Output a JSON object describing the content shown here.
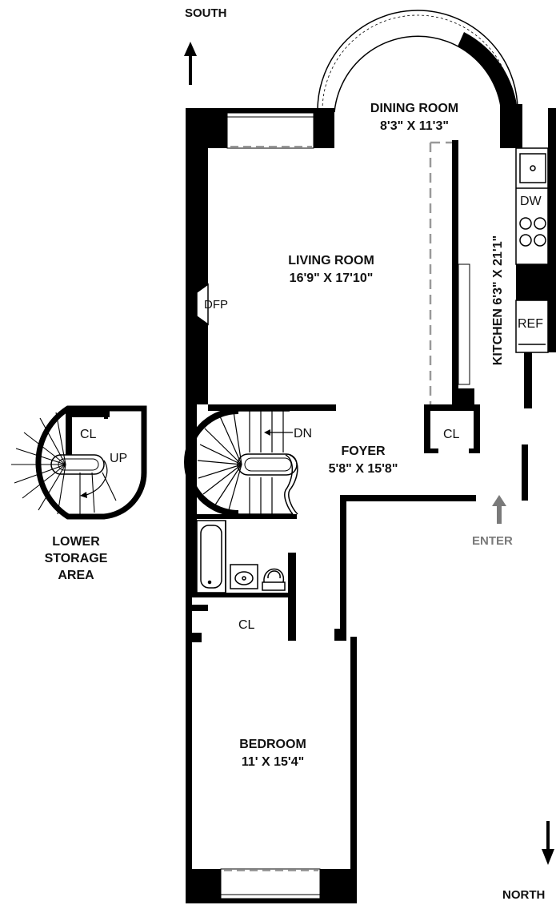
{
  "compass": {
    "south": "SOUTH",
    "north": "NORTH"
  },
  "rooms": {
    "dining": {
      "name": "DINING ROOM",
      "size": "8'3\" X 11'3\""
    },
    "living": {
      "name": "LIVING ROOM",
      "size": "16'9\" X 17'10\""
    },
    "kitchen": {
      "name": "KITCHEN 6'3\" X 21'1\""
    },
    "foyer": {
      "name": "FOYER",
      "size": "5'8\" X 15'8\""
    },
    "bedroom": {
      "name": "BEDROOM",
      "size": "11' X 15'4\""
    },
    "lower_storage": {
      "line1": "LOWER",
      "line2": "STORAGE",
      "line3": "AREA"
    }
  },
  "fixtures": {
    "fireplace": "DFP",
    "dishwasher": "DW",
    "refrigerator": "REF",
    "closet_foyer": "CL",
    "closet_bath": "CL",
    "closet_storage": "CL",
    "stair_down": "DN",
    "stair_up": "UP"
  },
  "entry": {
    "label": "ENTER",
    "color": "#7a7a7a"
  },
  "colors": {
    "wall": "#000000",
    "window_dash": "#999999",
    "fixture_line": "#000000"
  }
}
